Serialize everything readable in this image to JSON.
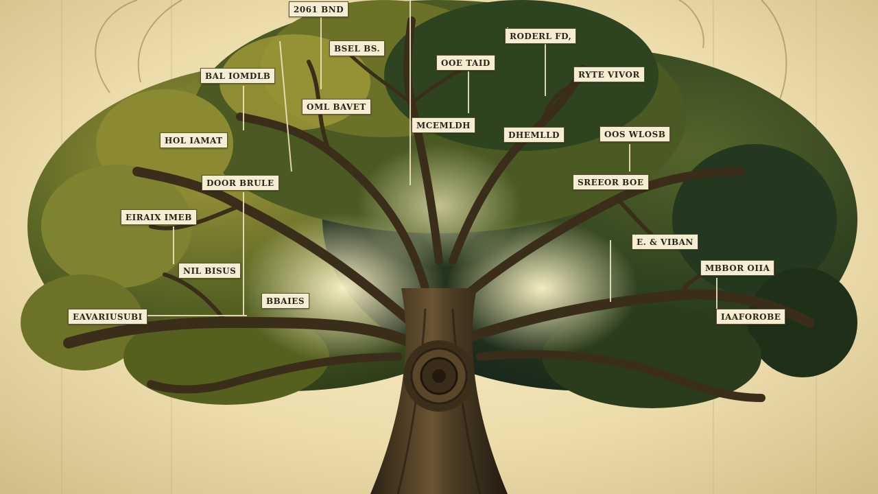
{
  "palette": {
    "sky_light": "#fbf3cf",
    "sky_edge": "#d8c796",
    "foliage_light": "#8d8a2e",
    "foliage_mid": "#4f5c22",
    "foliage_dark": "#1f2f16",
    "trunk": "#4a3b24",
    "trunk_dark": "#2c2214",
    "tag_fill": "#f6eed3",
    "tag_border": "#5d5037"
  },
  "labels": [
    "2061 BND",
    "BSEL BS.",
    "RODERL FD,",
    "OOE TAID",
    "RYTE VIVOR",
    "BAL IOMDLB",
    "OML BAVET",
    "MCEMLDH",
    "DHEMLLD",
    "OOS WLOSB",
    "HOL IAMAT",
    "DOOR BRULE",
    "SREEOR BOE",
    "EIRAIX IMEB",
    "E. & VIBAN",
    "MBBOR OIIA",
    "NIL BISUS",
    "BBAIES",
    "EAVARIUSUBI",
    "IAAFOROBE"
  ]
}
